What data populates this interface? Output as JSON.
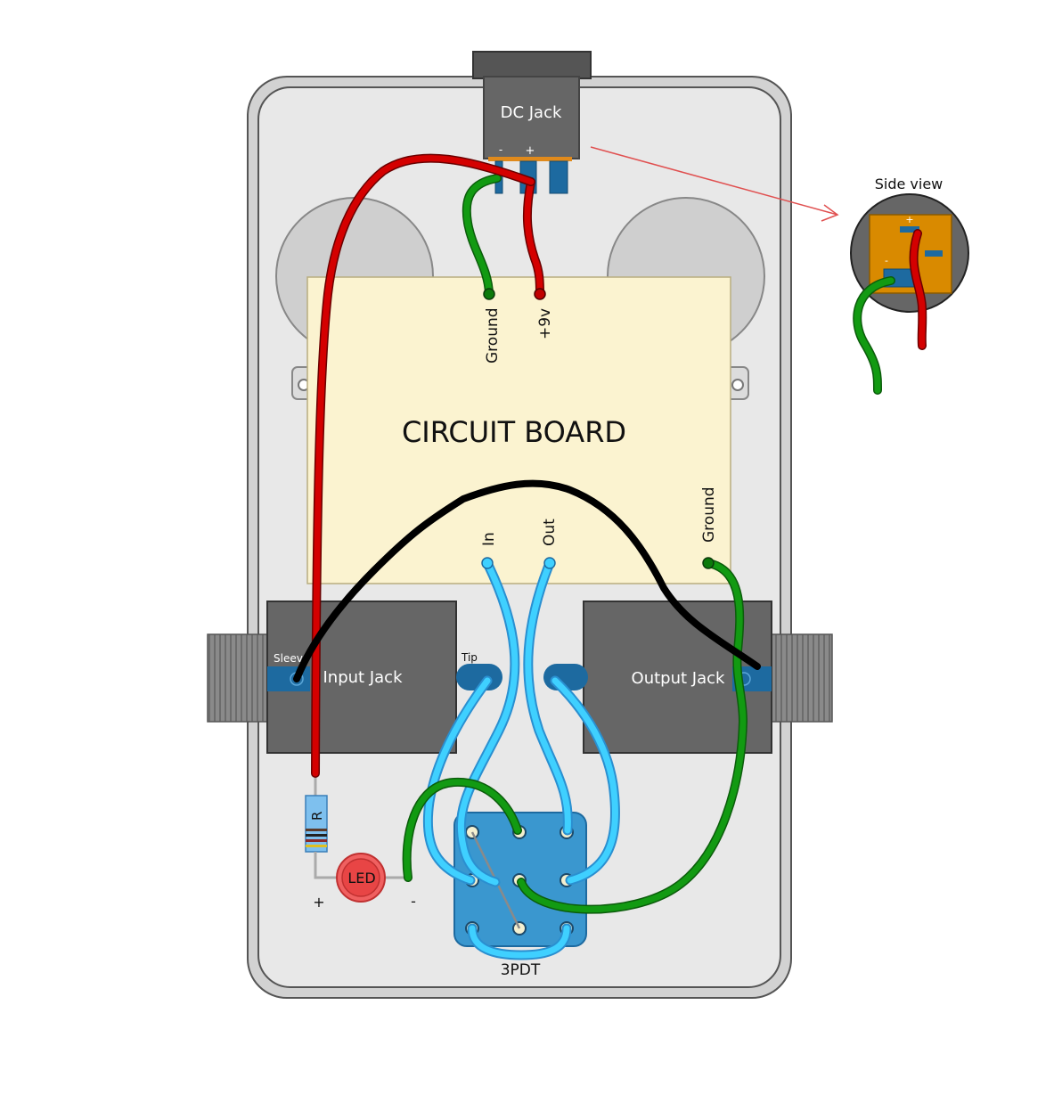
{
  "labels": {
    "dc_jack": "DC Jack",
    "dc_minus": "-",
    "dc_plus": "+",
    "side_view": "Side view",
    "side_plus": "+",
    "side_minus": "-",
    "circuit_board": "CIRCUIT BOARD",
    "ground_top": "Ground",
    "plus_9v": "+9v",
    "pad_in": "In",
    "pad_out": "Out",
    "ground_right": "Ground",
    "sleeve": "Sleeve",
    "input_jack": "Input Jack",
    "tip": "Tip",
    "output_jack": "Output Jack",
    "resistor": "R",
    "led": "LED",
    "led_plus": "+",
    "led_minus": "-",
    "switch": "3PDT"
  },
  "colors": {
    "enclosure": "#e8e8e8",
    "board": "#fbf3d0",
    "jack": "#666666",
    "switch": "#3a97cf",
    "wire_red": "#d40000",
    "wire_green": "#129a12",
    "wire_blue": "#3fd0ff",
    "wire_black": "#000000",
    "led": "#e84545"
  }
}
